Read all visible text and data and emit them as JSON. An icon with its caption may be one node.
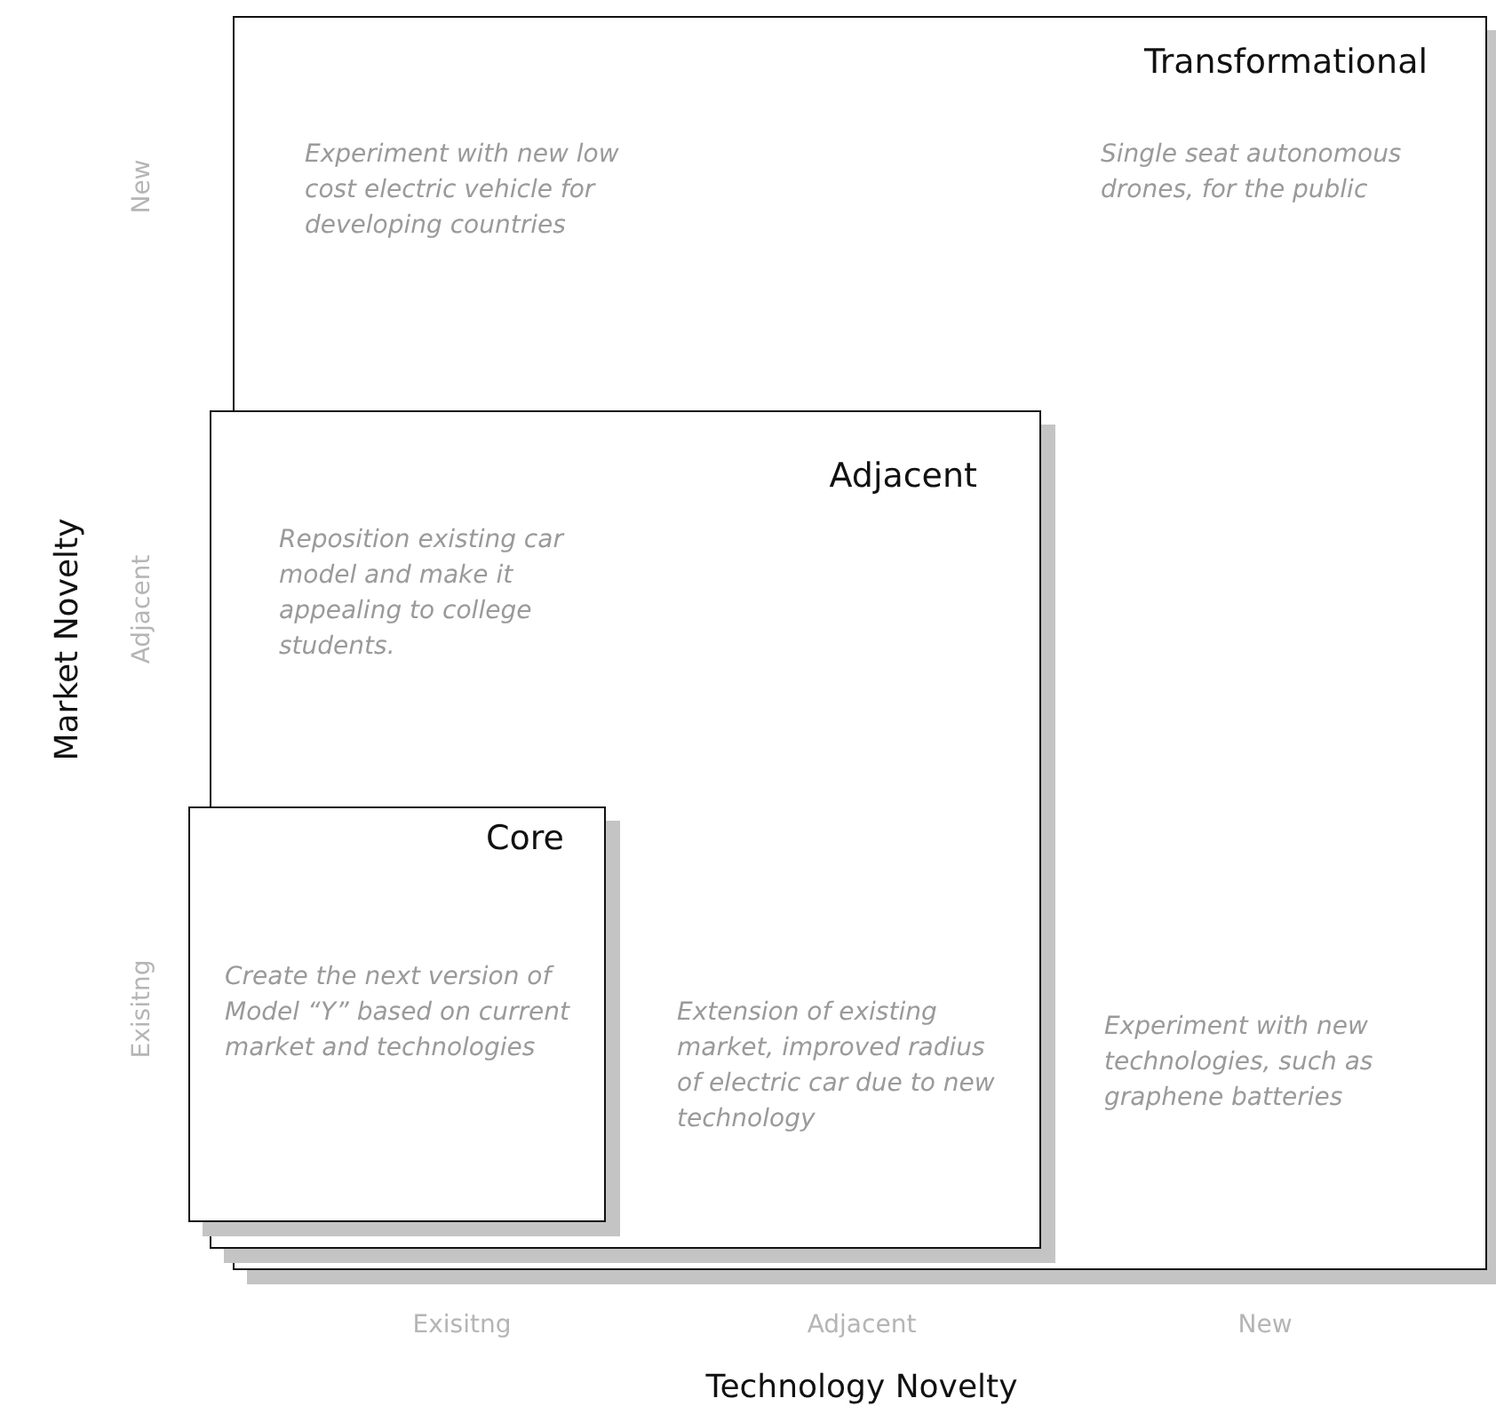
{
  "diagram": {
    "nodes": [
      {
        "text": [
          "Transformational",
          "Experiment with new low cost electric vehicle for developing countries",
          "Single seat autonomous drones, for the public",
          "Experiment with new technologies, such as graphene batteries"
        ]
      },
      {
        "text": [
          "Adjacent",
          "Reposition existing car model and make it appealing to college students.",
          "Extension of existing market, improved radius of electric car due to new technology"
        ],
        "in": 0
      },
      {
        "text": [
          "Core",
          "Create the next version of Model “Y” based on current market and technologies"
        ],
        "in": 1
      }
    ],
    "edges": [],
    "labels": [
      "New",
      "Market Novelty",
      "Adjacent",
      "Exisitng",
      "Exisitng",
      "Adjacent",
      "New",
      "Technology Novelty"
    ]
  }
}
